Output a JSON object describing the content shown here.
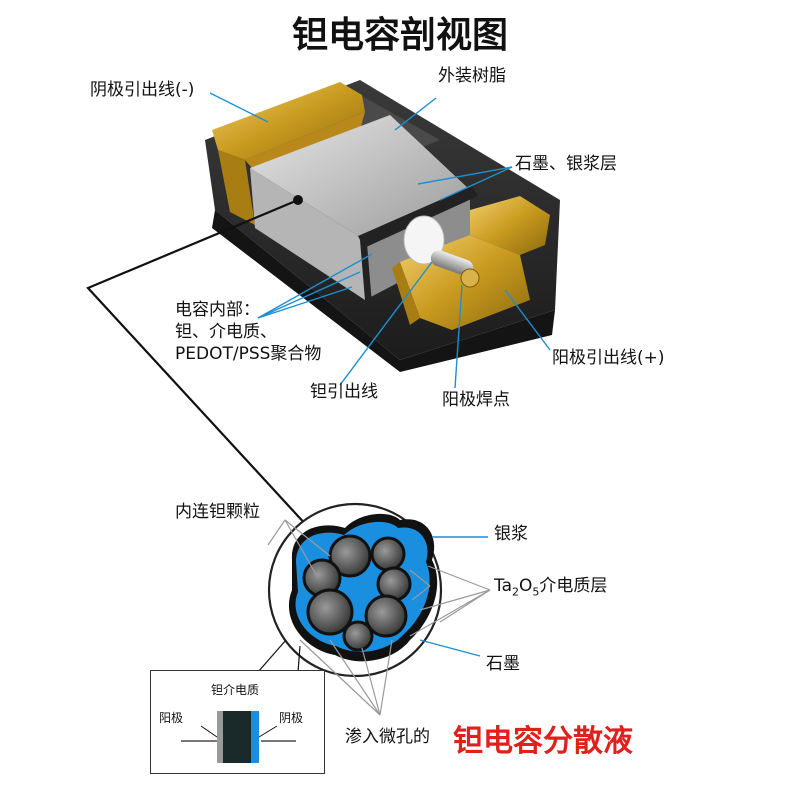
{
  "title": "钽电容剖视图",
  "labels": {
    "cathode_lead": "阴极引出线(-)",
    "resin": "外装树脂",
    "graphite_silver": "石墨、银浆层",
    "internal_1": "电容内部：",
    "internal_2": "钽、介电质、",
    "internal_3": "PEDOT/PSS聚合物",
    "anode_lead": "阳极引出线(+)",
    "tantalum_wire": "钽引出线",
    "anode_weld": "阳极焊点",
    "sintered_particles": "内连钽颗粒",
    "silver_paste": "银浆",
    "dielectric_prefix": "Ta",
    "dielectric_sub1": "2",
    "dielectric_mid": "O",
    "dielectric_sub2": "5",
    "dielectric_suffix": "介电质层",
    "graphite": "石墨",
    "inset_title": "钽介电质",
    "inset_anode": "阳极",
    "inset_cathode": "阴极",
    "pores_prefix": "渗入微孔的",
    "pores_highlight": "钽电容分散液"
  },
  "colors": {
    "gold": "#c99a1e",
    "resin": "#2b2b2b",
    "leader_blue": "#1e8fd0",
    "dielectric_blue": "#1a8fe0",
    "highlight_red": "#e0201d"
  }
}
